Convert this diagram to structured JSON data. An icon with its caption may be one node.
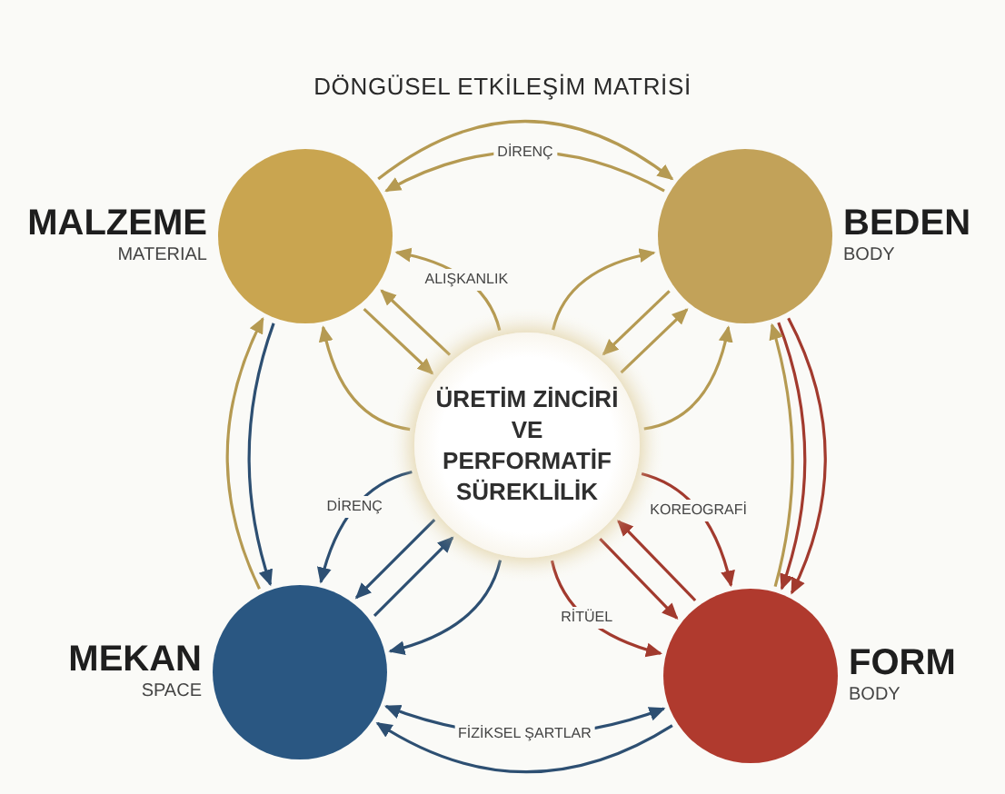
{
  "diagram": {
    "title": "DÖNGÜSEL ETKİLEŞİM MATRİSİ",
    "nodes": [
      {
        "text": [
          "MALZEME",
          "MATERIAL"
        ]
      },
      {
        "text": [
          "BEDEN",
          "BODY"
        ]
      },
      {
        "text": [
          "ÜRETİM ZİNCİRİ VE PERFORMATİF SÜREKLİLİK"
        ]
      },
      {
        "text": [
          "MEKAN",
          "SPACE"
        ]
      },
      {
        "text": [
          "FORM",
          "BODY"
        ]
      }
    ],
    "edges": [
      {
        "from": 0,
        "to": 1,
        "arrow": "to",
        "color": "#b59a52"
      },
      {
        "from": 1,
        "to": 0,
        "arrow": "to",
        "label": "DİRENÇ",
        "color": "#b59a52"
      },
      {
        "from": 2,
        "to": 0,
        "arrow": "to",
        "label": "ALIŞKANLIK",
        "color": "#b59a52"
      },
      {
        "from": 2,
        "to": 1,
        "arrow": "to",
        "color": "#b59a52"
      },
      {
        "from": 0,
        "to": 2,
        "arrow": "to",
        "color": "#b59a52"
      },
      {
        "from": 2,
        "to": 0,
        "arrow": "to",
        "color": "#b59a52"
      },
      {
        "from": 1,
        "to": 2,
        "arrow": "to",
        "color": "#b59a52"
      },
      {
        "from": 2,
        "to": 1,
        "arrow": "to",
        "color": "#b59a52"
      },
      {
        "from": 3,
        "to": 0,
        "arrow": "to",
        "color": "#b59a52"
      },
      {
        "from": 0,
        "to": 3,
        "arrow": "to",
        "color": "#2d4f72"
      },
      {
        "from": 2,
        "to": 0,
        "arrow": "to",
        "color": "#b59a52"
      },
      {
        "from": 2,
        "to": 3,
        "arrow": "to",
        "label": "DİRENÇ",
        "color": "#2d4f72"
      },
      {
        "from": 2,
        "to": 1,
        "arrow": "to",
        "color": "#b59a52"
      },
      {
        "from": 2,
        "to": 4,
        "arrow": "to",
        "label": "KOREOGRAFİ",
        "color": "#a23a2e"
      },
      {
        "from": 1,
        "to": 4,
        "arrow": "to",
        "color": "#a23a2e"
      },
      {
        "from": 1,
        "to": 4,
        "arrow": "to",
        "color": "#a23a2e"
      },
      {
        "from": 4,
        "to": 1,
        "arrow": "to",
        "color": "#b59a52"
      },
      {
        "from": 3,
        "to": 2,
        "arrow": "to",
        "color": "#2d4f72"
      },
      {
        "from": 2,
        "to": 3,
        "arrow": "to",
        "color": "#2d4f72"
      },
      {
        "from": 2,
        "to": 4,
        "arrow": "to",
        "color": "#a23a2e"
      },
      {
        "from": 4,
        "to": 2,
        "arrow": "to",
        "color": "#a23a2e"
      },
      {
        "from": 2,
        "to": 3,
        "arrow": "to",
        "color": "#2d4f72"
      },
      {
        "from": 2,
        "to": 4,
        "arrow": "to",
        "label": "RİTÜEL",
        "color": "#a23a2e"
      },
      {
        "from": 3,
        "to": 4,
        "arrow": "both",
        "label": "FİZİKSEL ŞARTLAR",
        "color": "#2d4f72"
      },
      {
        "from": 4,
        "to": 3,
        "arrow": "to",
        "color": "#2d4f72"
      }
    ]
  }
}
